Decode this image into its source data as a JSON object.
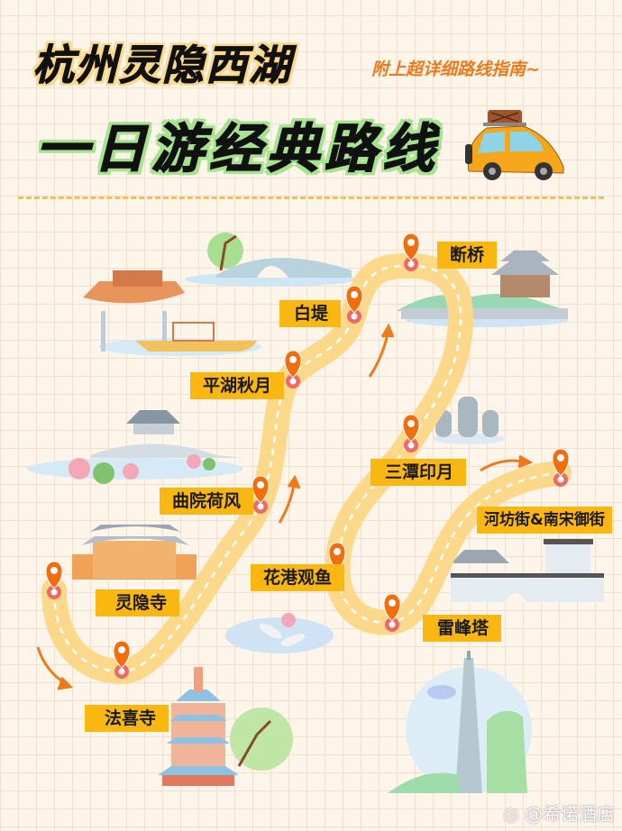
{
  "header": {
    "title_line1": "杭州灵隐西湖",
    "title_line2": "一日游经典路线",
    "bubble_text": "附上超详细路线指南~"
  },
  "route": {
    "stops": [
      {
        "order": 1,
        "name": "灵隐寺"
      },
      {
        "order": 2,
        "name": "法喜寺"
      },
      {
        "order": 3,
        "name": "曲院荷风"
      },
      {
        "order": 4,
        "name": "平湖秋月"
      },
      {
        "order": 5,
        "name": "白堤"
      },
      {
        "order": 6,
        "name": "断桥"
      },
      {
        "order": 7,
        "name": "三潭印月"
      },
      {
        "order": 8,
        "name": "花港观鱼"
      },
      {
        "order": 9,
        "name": "雷峰塔"
      },
      {
        "order": 10,
        "name": "河坊街&南宋御街"
      }
    ]
  },
  "colors": {
    "background": "#fdf4ea",
    "road": "#fbd88a",
    "label_bg": "#fbb711",
    "pin": "#f26d0d",
    "pin_base": "#f06767",
    "arrow": "#ef7a1a",
    "title1_outline": "#fbd98c",
    "title2_outline": "#a6e38f"
  },
  "icons": [
    "taxi-car-icon",
    "map-pin-icon",
    "direction-arrow-icon",
    "pavilion-illustration",
    "arch-bridge-illustration",
    "lotus-bridge-illustration",
    "temple-illustration",
    "pagoda-illustration",
    "stone-lanterns-illustration",
    "koi-pond-illustration",
    "leifeng-tower-illustration",
    "old-street-gate-illustration",
    "weibo-icon"
  ],
  "watermark": "@希诺酒店"
}
